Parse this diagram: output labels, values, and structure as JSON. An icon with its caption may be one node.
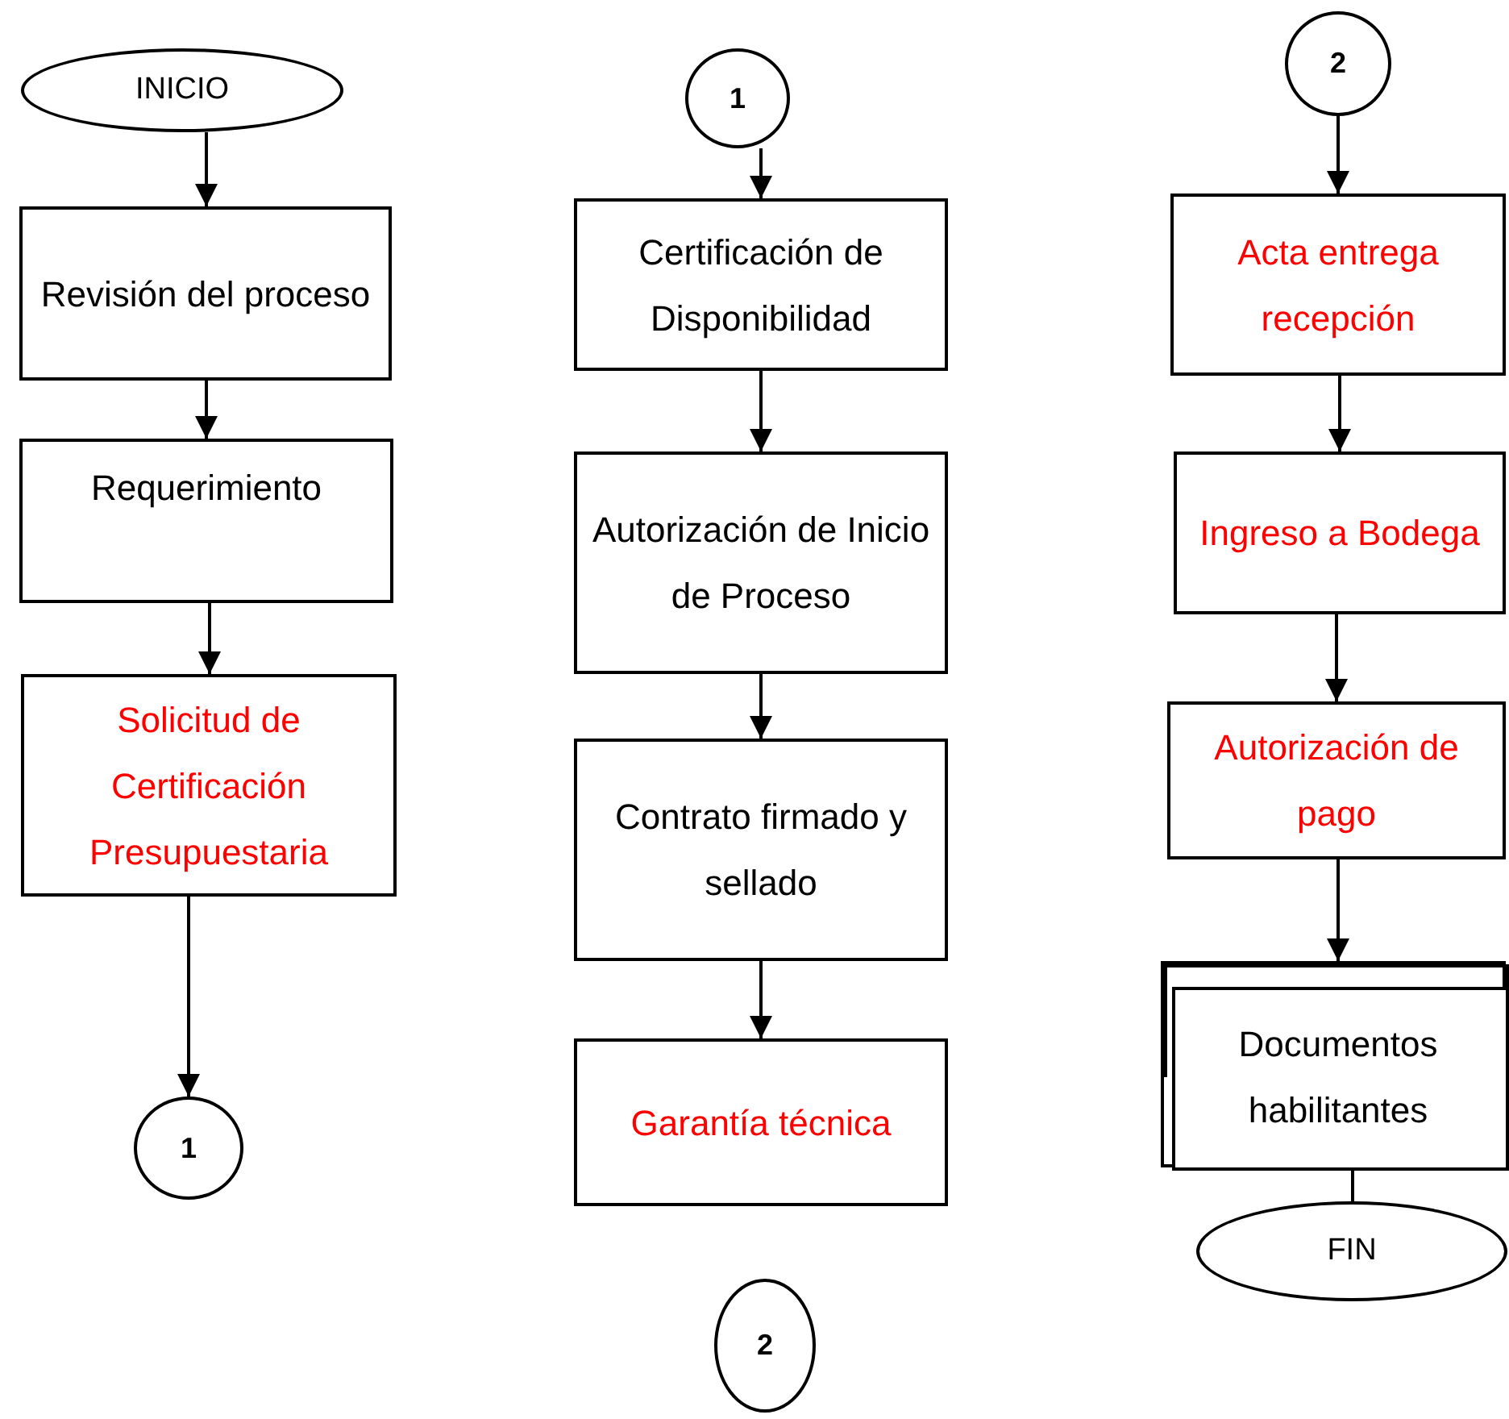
{
  "diagram": {
    "nodes": [
      {
        "text": [
          "INICIO"
        ]
      },
      {
        "text": [
          "Revisión del proceso"
        ]
      },
      {
        "text": [
          "Requerimiento"
        ]
      },
      {
        "text": [
          "Solicitud de Certificación Presupuestaria"
        ]
      },
      {
        "text": [
          "1"
        ]
      },
      {
        "text": [
          "1"
        ]
      },
      {
        "text": [
          "Certificación de Disponibilidad"
        ]
      },
      {
        "text": [
          "Autorización de Inicio de Proceso"
        ]
      },
      {
        "text": [
          "Contrato firmado y sellado"
        ]
      },
      {
        "text": [
          "Garantía técnica"
        ]
      },
      {
        "text": [
          "2"
        ]
      },
      {
        "text": [
          "2"
        ]
      },
      {
        "text": [
          "Acta entrega recepción"
        ]
      },
      {
        "text": [
          "Ingreso a Bodega"
        ]
      },
      {
        "text": [
          "Autorización de pago"
        ]
      },
      {
        "text": [
          "Documentos habilitantes"
        ]
      },
      {
        "text": [
          "FIN"
        ]
      }
    ],
    "edges": [
      {
        "from": 0,
        "to": 1,
        "arrow": "to"
      },
      {
        "from": 1,
        "to": 2,
        "arrow": "to"
      },
      {
        "from": 2,
        "to": 3,
        "arrow": "to"
      },
      {
        "from": 3,
        "to": 4,
        "arrow": "to"
      },
      {
        "from": 5,
        "to": 6,
        "arrow": "to"
      },
      {
        "from": 6,
        "to": 7,
        "arrow": "to"
      },
      {
        "from": 7,
        "to": 8,
        "arrow": "to"
      },
      {
        "from": 8,
        "to": 9,
        "arrow": "to"
      },
      {
        "from": 11,
        "to": 12,
        "arrow": "to"
      },
      {
        "from": 12,
        "to": 13,
        "arrow": "to"
      },
      {
        "from": 13,
        "to": 14,
        "arrow": "to"
      },
      {
        "from": 14,
        "to": 15,
        "arrow": "to"
      },
      {
        "from": 15,
        "to": 16,
        "arrow": "none"
      }
    ]
  }
}
